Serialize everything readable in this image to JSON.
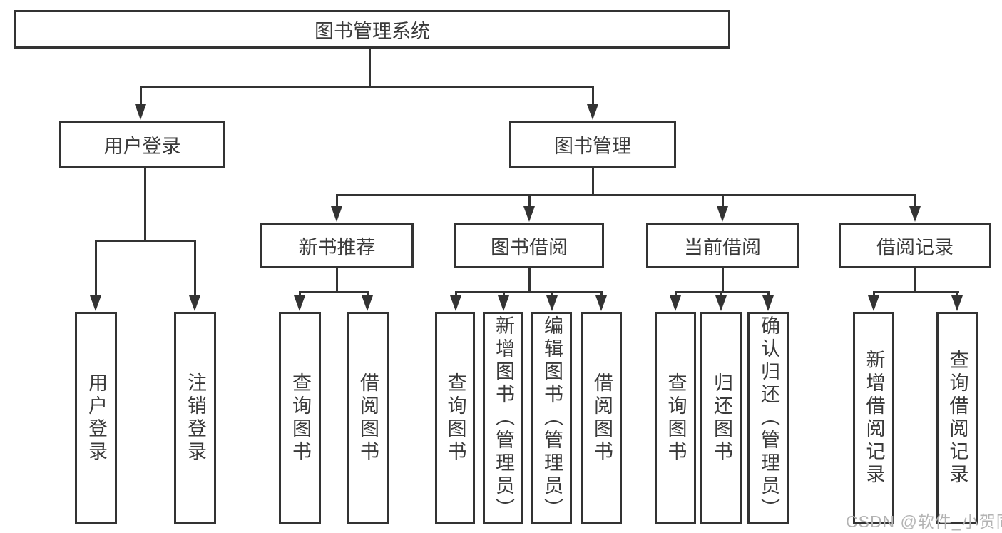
{
  "colors": {
    "background": "#ffffff",
    "line": "#333333",
    "text": "#3a3a3a",
    "watermark": "#b3b3b3"
  },
  "root": {
    "label": "图书管理系统"
  },
  "level2": [
    {
      "id": "user-login",
      "label": "用户登录"
    },
    {
      "id": "book-management",
      "label": "图书管理"
    }
  ],
  "level3": [
    {
      "id": "new-book-recommend",
      "label": "新书推荐"
    },
    {
      "id": "book-borrow",
      "label": "图书借阅"
    },
    {
      "id": "current-borrow",
      "label": "当前借阅"
    },
    {
      "id": "borrow-records",
      "label": "借阅记录"
    }
  ],
  "leaves": {
    "user_login": [
      {
        "label": "用户登录"
      },
      {
        "label": "注销登录"
      }
    ],
    "new_book_recommend": [
      {
        "label": "查询图书"
      },
      {
        "label": "借阅图书"
      }
    ],
    "book_borrow": [
      {
        "label": "查询图书"
      },
      {
        "label": "新增图书（管理员）"
      },
      {
        "label": "编辑图书（管理员）"
      },
      {
        "label": "借阅图书"
      }
    ],
    "current_borrow": [
      {
        "label": "查询图书"
      },
      {
        "label": "归还图书"
      },
      {
        "label": "确认归还（管理员）"
      }
    ],
    "borrow_records": [
      {
        "label": "新增借阅记录"
      },
      {
        "label": "查询借阅记录"
      }
    ]
  },
  "watermark": "CSDN @软件_小贺同学"
}
